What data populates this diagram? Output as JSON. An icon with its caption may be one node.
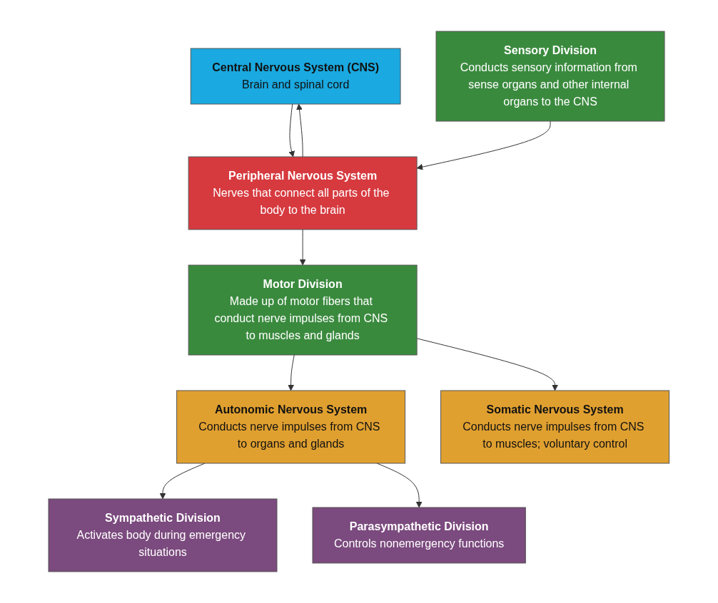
{
  "diagram": {
    "nodes": [
      {
        "text": [
          "Central Nervous System (CNS)",
          "Brain and spinal cord"
        ]
      },
      {
        "text": [
          "Peripheral Nervous System",
          "Nerves that connect all parts of the body to the brain"
        ]
      },
      {
        "text": [
          "Sensory Division",
          "Conducts sensory information from sense organs and other internal organs to the CNS"
        ]
      },
      {
        "text": [
          "Motor Division",
          "Made up of motor fibers that conduct nerve impulses from CNS to muscles and glands"
        ]
      },
      {
        "text": [
          "Sympathetic Division",
          "Activates body during emergency situations"
        ]
      },
      {
        "text": [
          "Parasympathetic Division",
          "Controls nonemergency functions"
        ]
      },
      {
        "text": [
          "Autonomic Nervous System",
          "Conducts nerve impulses from CNS to organs and glands"
        ]
      },
      {
        "text": [
          "Somatic Nervous System",
          "Conducts nerve impulses from CNS to muscles; voluntary control"
        ]
      }
    ],
    "edges": [
      {
        "from": 1,
        "to": 0,
        "arrow": "to"
      },
      {
        "from": 0,
        "to": 1,
        "arrow": "to"
      },
      {
        "from": 2,
        "to": 1,
        "arrow": "to"
      },
      {
        "from": 1,
        "to": 3,
        "arrow": "to"
      },
      {
        "from": 3,
        "to": 6,
        "arrow": "to"
      },
      {
        "from": 3,
        "to": 7,
        "arrow": "to"
      },
      {
        "from": 6,
        "to": 4,
        "arrow": "to"
      },
      {
        "from": 6,
        "to": 5,
        "arrow": "to"
      }
    ]
  }
}
